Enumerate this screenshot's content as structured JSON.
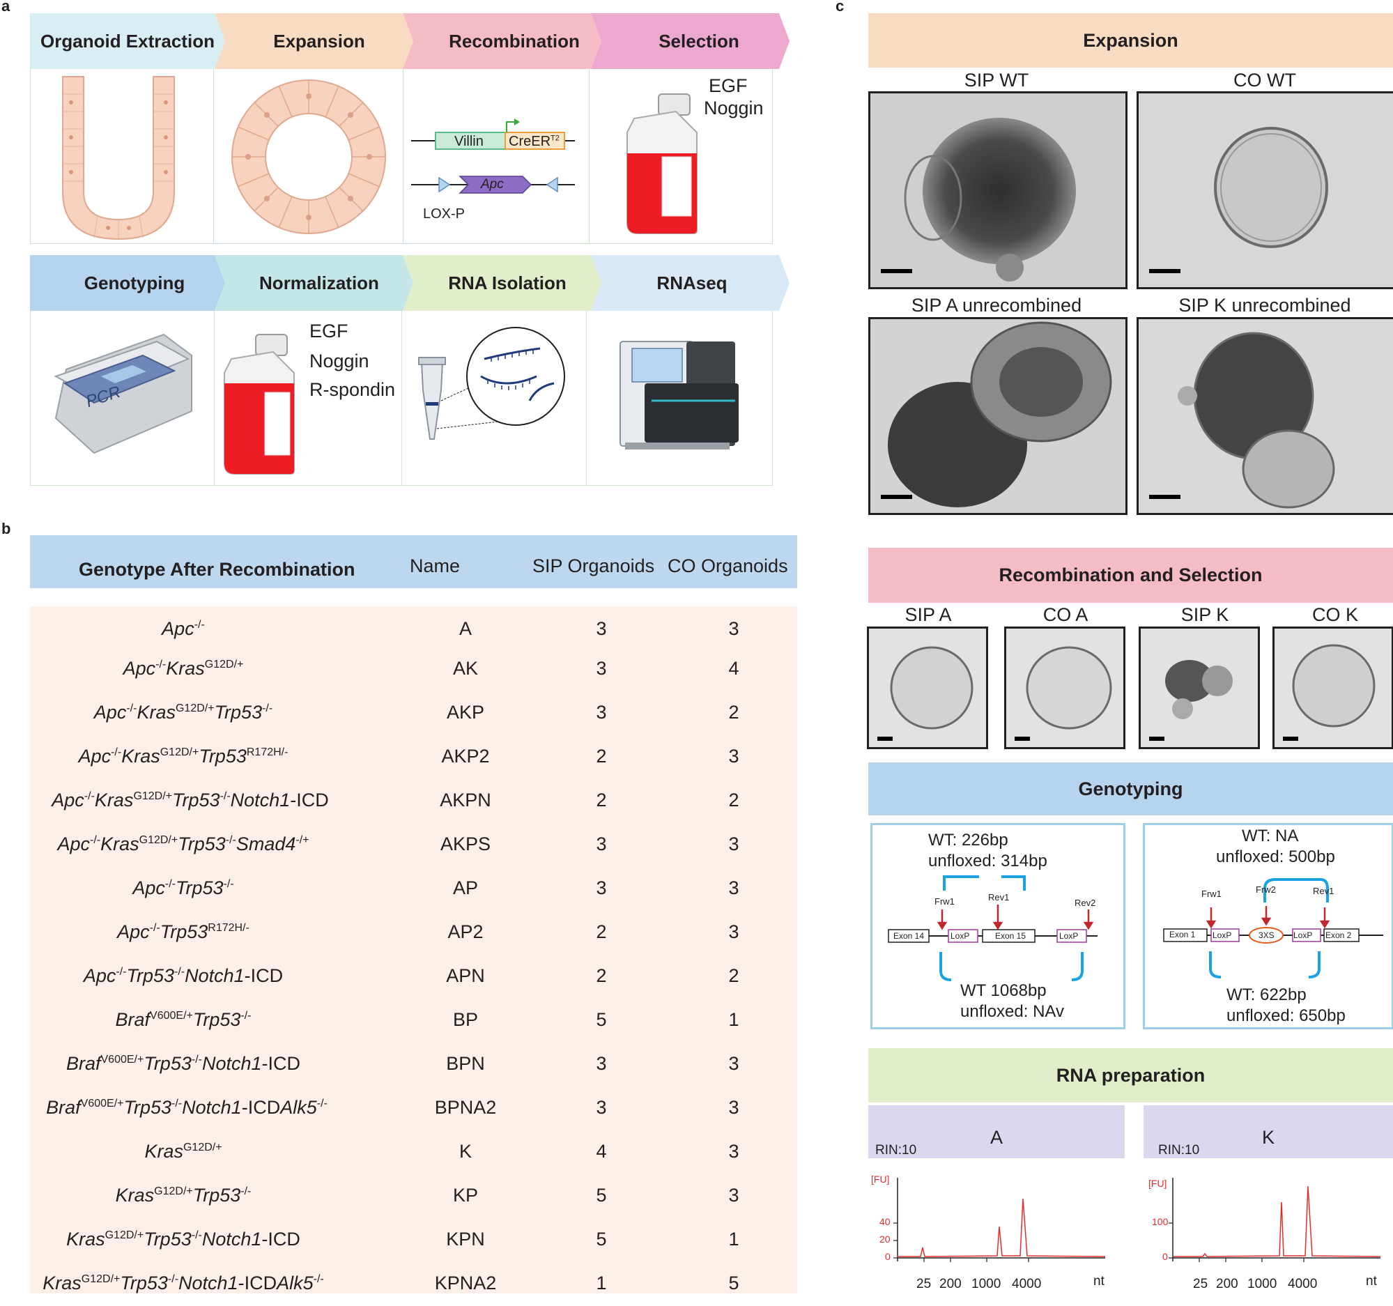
{
  "panel_labels": {
    "a": "a",
    "b": "b",
    "c": "c"
  },
  "workflow": {
    "top_steps": [
      "Organoid Extraction",
      "Expansion",
      "Recombination",
      "Selection"
    ],
    "bottom_steps": [
      "Genotyping",
      "Normalization",
      "RNA Isolation",
      "RNAseq"
    ],
    "recombination": {
      "villin": "Villin",
      "creer": "CreER",
      "creer_sup": "T2",
      "apc": "Apc",
      "loxp": "LOX-P"
    },
    "selection_media": [
      "EGF",
      "Noggin"
    ],
    "normalization_media": [
      "EGF",
      "Noggin",
      "R-spondin"
    ],
    "pcr_label": "PCR"
  },
  "table": {
    "headers": [
      "Genotype After Recombination",
      "Name",
      "SIP Organoids",
      "CO Organoids"
    ],
    "rows": [
      {
        "name": "A",
        "sip": "3",
        "co": "3"
      },
      {
        "name": "AK",
        "sip": "3",
        "co": "4"
      },
      {
        "name": "AKP",
        "sip": "3",
        "co": "2"
      },
      {
        "name": "AKP2",
        "sip": "2",
        "co": "3"
      },
      {
        "name": "AKPN",
        "sip": "2",
        "co": "2"
      },
      {
        "name": "AKPS",
        "sip": "3",
        "co": "3"
      },
      {
        "name": "AP",
        "sip": "3",
        "co": "3"
      },
      {
        "name": "AP2",
        "sip": "2",
        "co": "3"
      },
      {
        "name": "APN",
        "sip": "2",
        "co": "2"
      },
      {
        "name": "BP",
        "sip": "5",
        "co": "1"
      },
      {
        "name": "BPN",
        "sip": "3",
        "co": "3"
      },
      {
        "name": "BPNA2",
        "sip": "3",
        "co": "3"
      },
      {
        "name": "K",
        "sip": "4",
        "co": "3"
      },
      {
        "name": "KP",
        "sip": "5",
        "co": "3"
      },
      {
        "name": "KPN",
        "sip": "5",
        "co": "1"
      },
      {
        "name": "KPNA2",
        "sip": "1",
        "co": "5"
      }
    ]
  },
  "panel_c": {
    "expansion_title": "Expansion",
    "expansion_labels": [
      "SIP WT",
      "CO WT",
      "SIP A unrecombined",
      "SIP K unrecombined"
    ],
    "recomb_title": "Recombination and Selection",
    "recomb_labels": [
      "SIP A",
      "CO A",
      "SIP K",
      "CO K"
    ],
    "genotyping_title": "Genotyping",
    "geno_left": {
      "top1": "WT: 226bp",
      "top2": "unfloxed: 314bp",
      "bot1": "WT 1068bp",
      "bot2": "unfloxed: NAv",
      "primers": [
        "Frw1",
        "Rev1",
        "Rev2"
      ],
      "boxes": [
        "Exon 14",
        "LoxP",
        "Exon 15",
        "LoxP"
      ]
    },
    "geno_right": {
      "top1": "WT: NA",
      "top2": "unfloxed: 500bp",
      "bot1": "WT: 622bp",
      "bot2": "unfloxed: 650bp",
      "primers": [
        "Frw1",
        "Frw2",
        "Rev1"
      ],
      "boxes": [
        "Exon 1",
        "LoxP",
        "3XS",
        "LoxP",
        "Exon 2"
      ]
    },
    "rna_title": "RNA preparation",
    "rna_panels": [
      {
        "label": "A",
        "rin": "RIN:10",
        "fu": "[FU]",
        "yticks": [
          "40",
          "20",
          "0"
        ],
        "xticks": [
          "25",
          "200",
          "1000",
          "4000"
        ],
        "xunit": "nt"
      },
      {
        "label": "K",
        "rin": "RIN:10",
        "fu": "[FU]",
        "yticks": [
          "100",
          "0"
        ],
        "xticks": [
          "25",
          "200",
          "1000",
          "4000"
        ],
        "xunit": "nt"
      }
    ]
  }
}
